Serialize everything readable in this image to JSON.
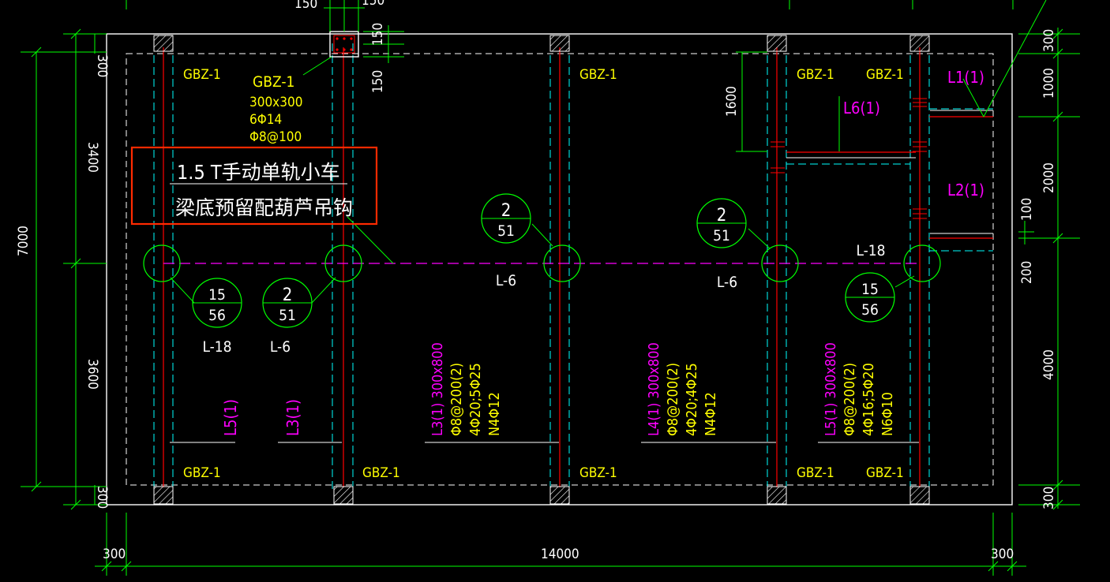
{
  "colors": {
    "background": "#000000",
    "wall": "#ffffff",
    "dimension": "#00ff00",
    "column_label": "#ffff00",
    "beam_tag": "#ff00ff",
    "centerline_red": "#ff0000",
    "centerline_cyan": "#00ffff",
    "highlight_box": "#ff2a00"
  },
  "dims": {
    "top_150a": "150",
    "top_150b": "150",
    "col_150_right": "150",
    "col_150_below": "150",
    "left_300_top": "300",
    "left_3400": "3400",
    "left_7000": "7000",
    "left_3600": "3600",
    "left_300_bottom": "300",
    "bottom_300_left": "300",
    "bottom_14000": "14000",
    "bottom_300_right": "300",
    "right_300_top": "300",
    "right_1000": "1000",
    "right_2000": "2000",
    "right_100": "100",
    "right_200": "200",
    "right_4000": "4000",
    "right_300_bottom": "300",
    "inner_1600": "1600"
  },
  "columns": {
    "gbz_label": "GBZ-1",
    "detail_name": "GBZ-1",
    "detail_size": "300x300",
    "detail_rebar": "6Φ14",
    "detail_stirrup": "Φ8@100"
  },
  "note": {
    "line1": "1.5 T手动单轨小车",
    "line2": "梁底预留配葫芦吊钩"
  },
  "beams": {
    "l6": "L-6",
    "l18": "L-18",
    "l1": "L1(1)",
    "l2": "L2(1)",
    "l6b": "L6(1)",
    "l5_tag": "L5(1)",
    "l3_tag": "L3(1)"
  },
  "callouts": [
    {
      "top": "15",
      "bottom": "56"
    },
    {
      "top": "2",
      "bottom": "51"
    },
    {
      "top": "2",
      "bottom": "51"
    },
    {
      "top": "2",
      "bottom": "51"
    },
    {
      "top": "15",
      "bottom": "56"
    }
  ],
  "beam_specs": {
    "L3": {
      "name": "L3(1) 300x800",
      "stirrup": "Φ8@200(2)",
      "main": "4Φ20;5Φ25",
      "side": "N4Φ12"
    },
    "L4": {
      "name": "L4(1) 300x800",
      "stirrup": "Φ8@200(2)",
      "main": "4Φ20;4Φ25",
      "side": "N4Φ12"
    },
    "L5": {
      "name": "L5(1) 300x800",
      "stirrup": "Φ8@200(2)",
      "main": "4Φ16;5Φ20",
      "side": "N6Φ10"
    }
  }
}
